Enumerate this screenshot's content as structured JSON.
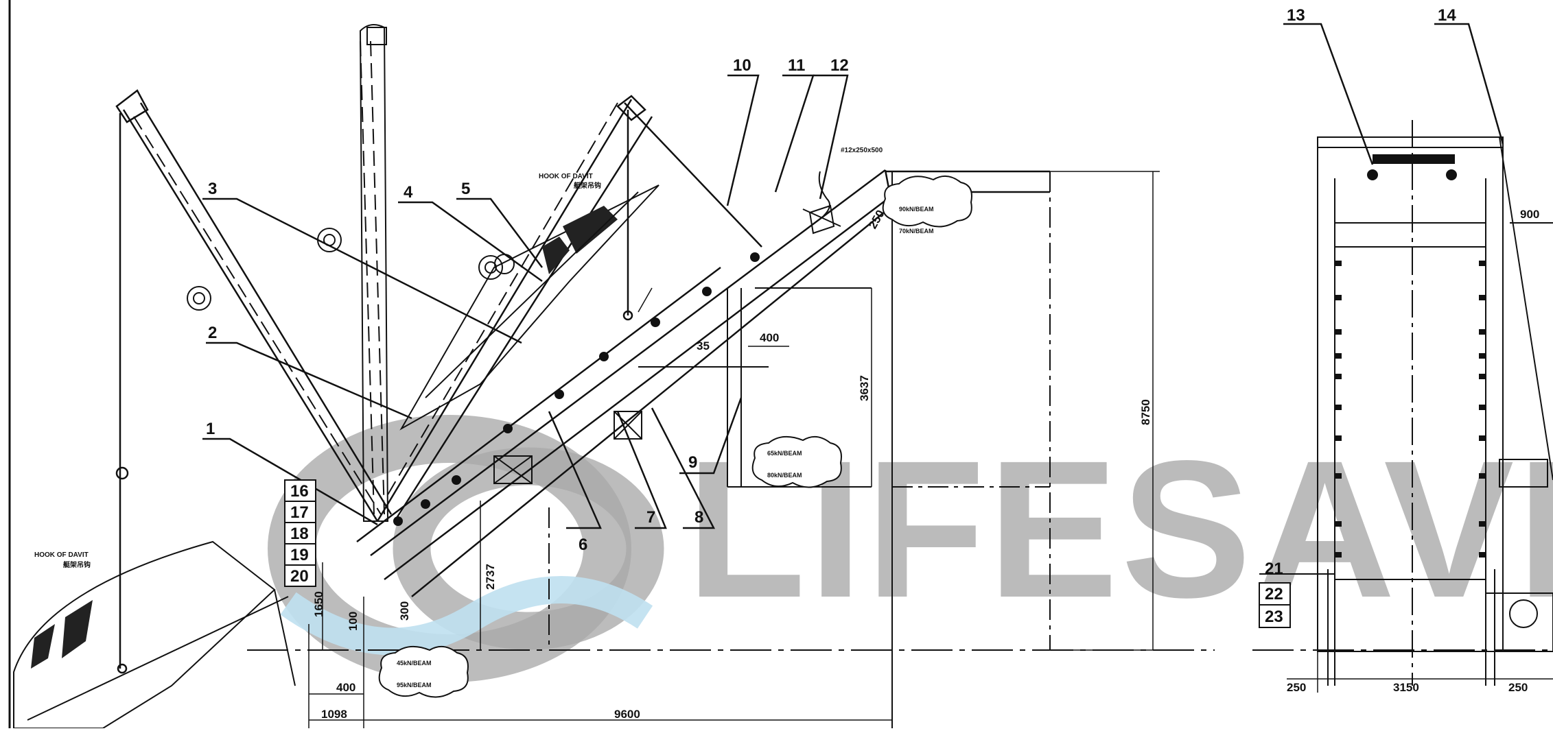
{
  "labels": {
    "callouts": [
      "1",
      "2",
      "3",
      "4",
      "5",
      "6",
      "7",
      "8",
      "9",
      "10",
      "11",
      "12",
      "13",
      "14"
    ],
    "table_left": [
      "16",
      "17",
      "18",
      "19",
      "20"
    ],
    "table_right": [
      "21",
      "22",
      "23"
    ]
  },
  "dimensions": {
    "d9600": "9600",
    "d1098": "1098",
    "d400_bottom": "400",
    "d100": "100",
    "d300": "300",
    "d1650": "1650",
    "d2737": "2737",
    "d3637": "3637",
    "d8750": "8750",
    "d400_top": "400",
    "d35": "35",
    "d250_slope": "250",
    "d250_left": "250",
    "d3150": "3150",
    "d250_right": "250",
    "d900": "900"
  },
  "annotations": {
    "hook_top_en": "HOOK OF DAVIT",
    "hook_top_cn": "艇架吊钩",
    "hook_left_en": "HOOK OF DAVIT",
    "hook_left_cn": "艇架吊钩",
    "beam_spec": "#12x250x500"
  },
  "loads": {
    "top_a": "90kN/BEAM",
    "top_b": "70kN/BEAM",
    "mid_a": "65kN/BEAM",
    "mid_b": "80kN/BEAM",
    "bot_a": "45kN/BEAM",
    "bot_b": "95kN/BEAM"
  },
  "watermark": {
    "text": "LIFESAVIN",
    "color": "#a9a9a9",
    "accent": "#bfe0f0"
  }
}
